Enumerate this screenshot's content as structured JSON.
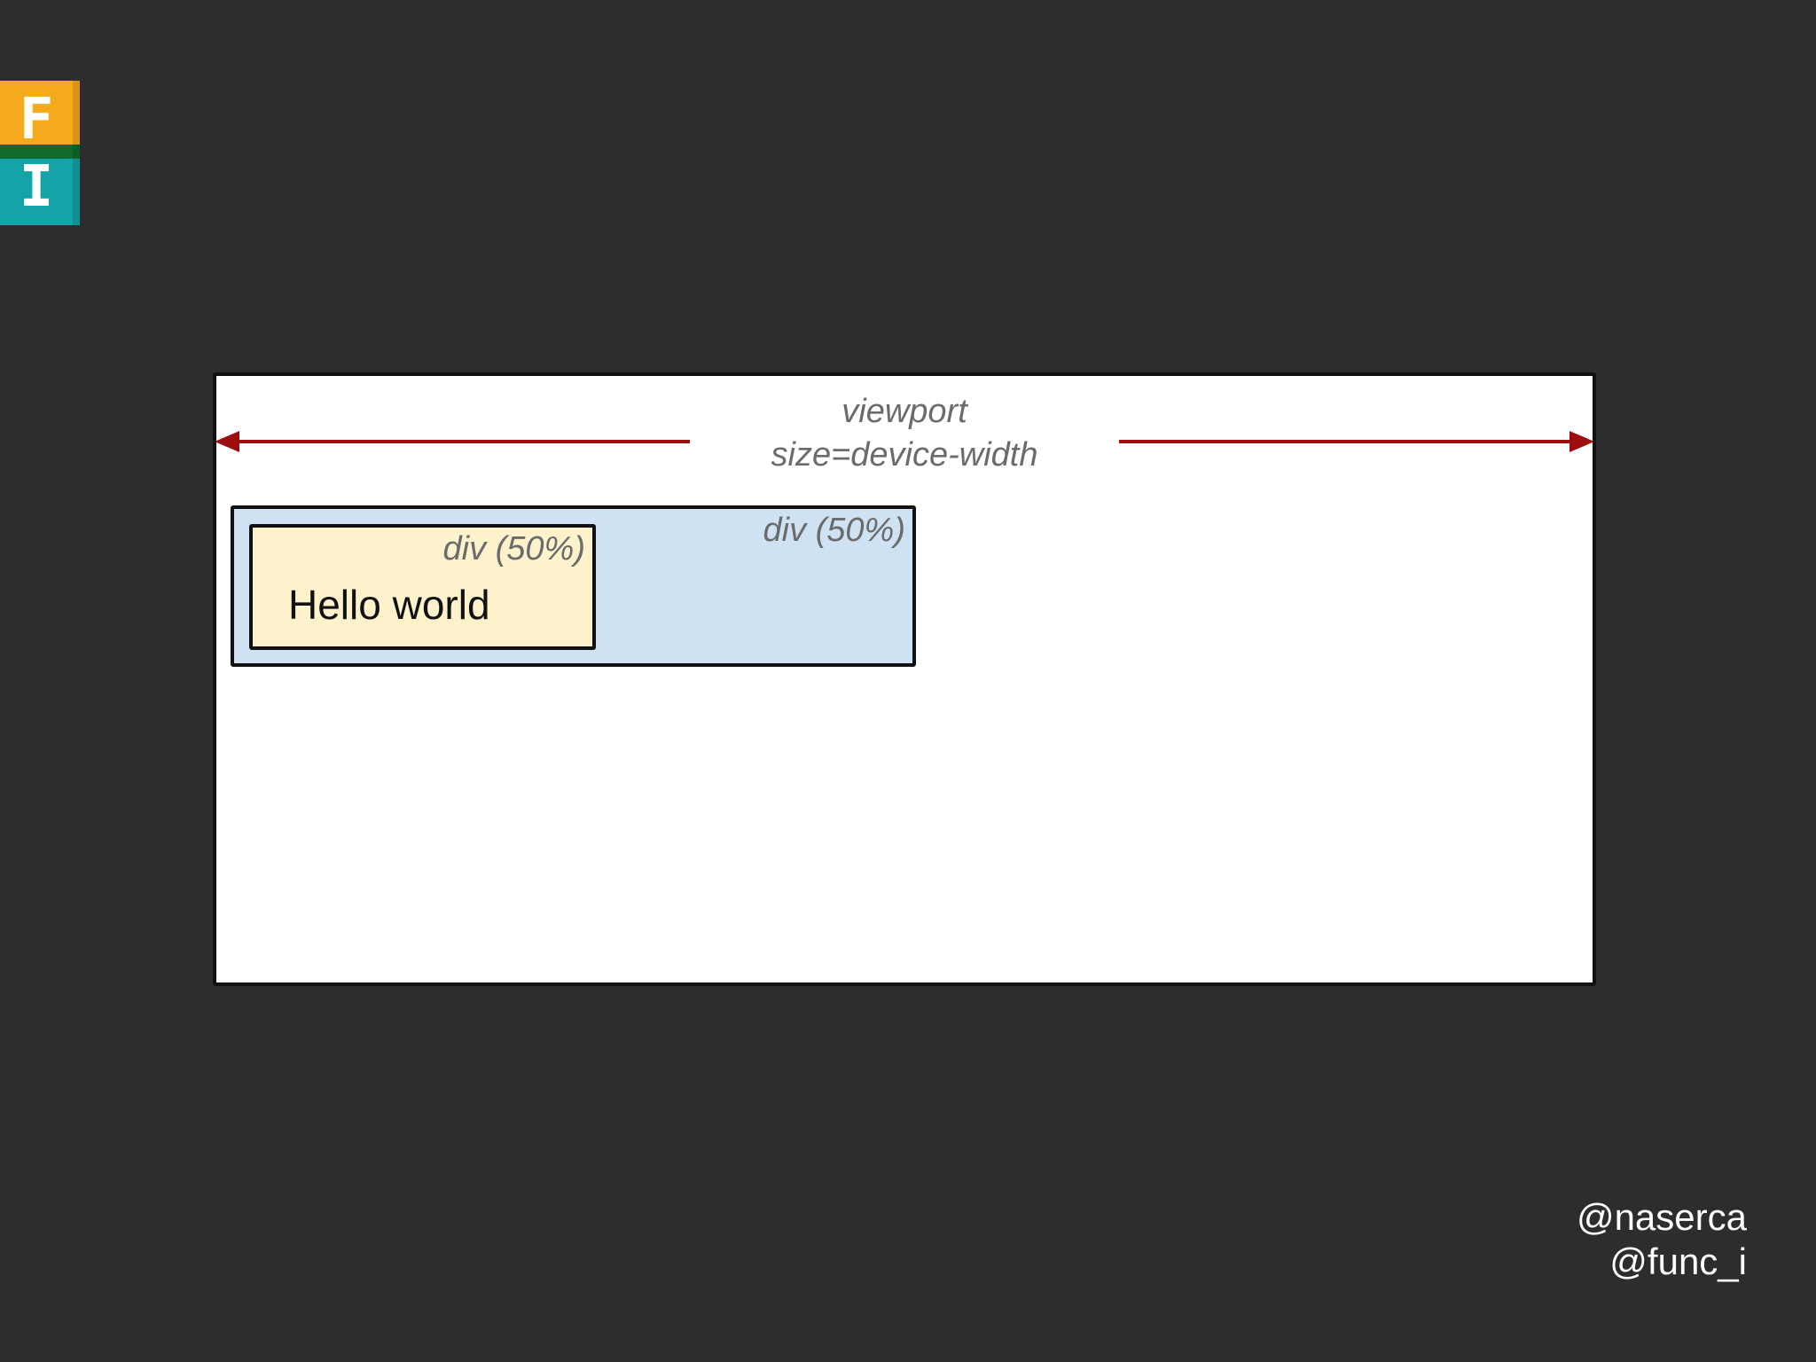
{
  "logo": {
    "letter_top": "F",
    "letter_bottom": "I",
    "colors": {
      "top": "#f5a91c",
      "band": "#0f6b2b",
      "bottom": "#14a3a6"
    }
  },
  "diagram": {
    "viewport_label_line1": "viewport",
    "viewport_label_line2": "size=device-width",
    "outer_div_label": "div (50%)",
    "inner_div_label": "div (50%)",
    "inner_text": "Hello world",
    "colors": {
      "arrow": "#9c0d0d",
      "outer_div": "#cfe2f3",
      "inner_div": "#fef2cc",
      "viewport": "#ffffff"
    }
  },
  "handles": [
    "@naserca",
    "@func_i"
  ]
}
